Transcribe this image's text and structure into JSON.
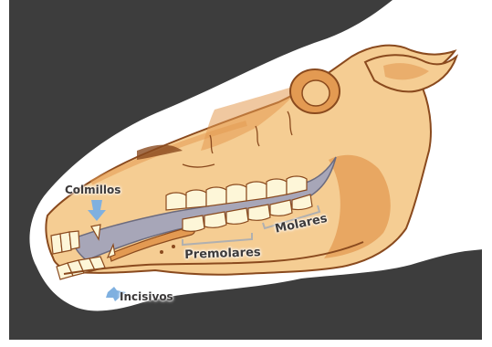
{
  "diagram": {
    "labels": {
      "canines": "Colmillos",
      "premolars": "Premolares",
      "molars": "Molares",
      "incisors": "Incisivos"
    },
    "colors": {
      "background": "#3d3d3d",
      "bone": "#f5cd93",
      "bone_shadow": "#e39a52",
      "outline": "#8a4a1e",
      "tooth": "#fdf6d8",
      "tongue_area": "#a7a6b8",
      "pointer": "#7fb0e0",
      "bracket": "#b0b0b0",
      "label_text": "#3d3a3a"
    },
    "icons": [
      "arrow-pointer-icon"
    ]
  }
}
